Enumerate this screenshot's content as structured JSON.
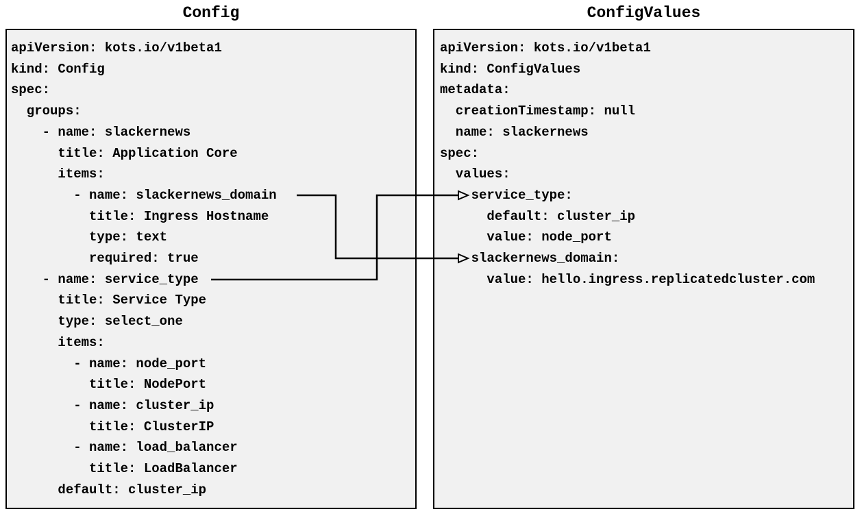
{
  "diagram": {
    "background_color": "#ffffff",
    "panel_fill_color": "#f1f1f1",
    "panel_border_color": "#000000",
    "text_color": "#000000",
    "arrow_color": "#000000",
    "left_panel": {
      "title": "Config",
      "code_lines": [
        "apiVersion: kots.io/v1beta1",
        "kind: Config",
        "spec:",
        "  groups:",
        "    - name: slackernews",
        "      title: Application Core",
        "      items:",
        "        - name: slackernews_domain",
        "          title: Ingress Hostname",
        "          type: text",
        "          required: true",
        "    - name: service_type",
        "      title: Service Type",
        "      type: select_one",
        "      items:",
        "        - name: node_port",
        "          title: NodePort",
        "        - name: cluster_ip",
        "          title: ClusterIP",
        "        - name: load_balancer",
        "          title: LoadBalancer",
        "      default: cluster_ip"
      ]
    },
    "right_panel": {
      "title": "ConfigValues",
      "code_lines": [
        "apiVersion: kots.io/v1beta1",
        "kind: ConfigValues",
        "metadata:",
        "  creationTimestamp: null",
        "  name: slackernews",
        "spec:",
        "  values:",
        "    service_type:",
        "      default: cluster_ip",
        "      value: node_port",
        "    slackernews_domain:",
        "      value: hello.ingress.replicatedcluster.com"
      ]
    },
    "connections": [
      {
        "from": "Config item name: slackernews_domain",
        "to": "ConfigValues spec.values.slackernews_domain"
      },
      {
        "from": "Config item name: service_type",
        "to": "ConfigValues spec.values.service_type"
      }
    ]
  }
}
